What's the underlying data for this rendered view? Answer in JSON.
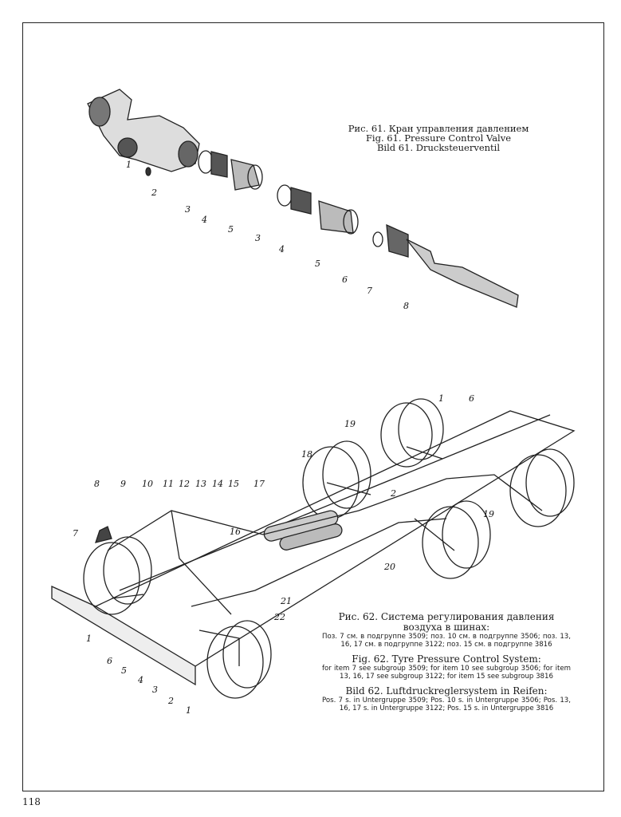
{
  "fig61": {
    "caption_ru": "Рис. 61. Кран управления давлением",
    "caption_en": "Fig. 61. Pressure Control Valve",
    "caption_de": "Bild 61. Drucksteuerventil",
    "callouts": [
      "1",
      "2",
      "3",
      "4",
      "5",
      "3",
      "4",
      "5",
      "6",
      "7",
      "8"
    ]
  },
  "fig62": {
    "caption_ru": "Рис. 62. Система регулирования давления воздуха в шинах:",
    "note_ru": "Поз. 7 см. в подгруппе 3509; поз. 10 см. в подгруппе 3506; поз. 13, 16, 17 см. в подгруппе 3122; поз. 15 см. в подгруппе 3816",
    "caption_en": "Fig. 62. Tyre Pressure Control System:",
    "note_en": "for item 7 see subgroup 3509; for item 10 see subgroup 3506; for item 13, 16, 17 see subgroup 3122; for item 15 see subgroup 3816",
    "caption_de": "Bild 62. Luftdruckreglersystem in Reifen:",
    "note_de": "Pos. 7 s. in Untergruppe 3509; Pos. 10 s. in Untergruppe 3506; Pos. 13, 16, 17 s. in Untergruppe 3122; Pos. 15 s. in Untergruppe 3816",
    "callouts": [
      "1",
      "6",
      "19",
      "18",
      "2",
      "19",
      "20",
      "8",
      "9",
      "10",
      "11",
      "12",
      "13",
      "14",
      "15",
      "17",
      "16",
      "7",
      "21",
      "22",
      "1",
      "6",
      "5",
      "4",
      "3",
      "2",
      "1"
    ]
  },
  "page_number": "118"
}
